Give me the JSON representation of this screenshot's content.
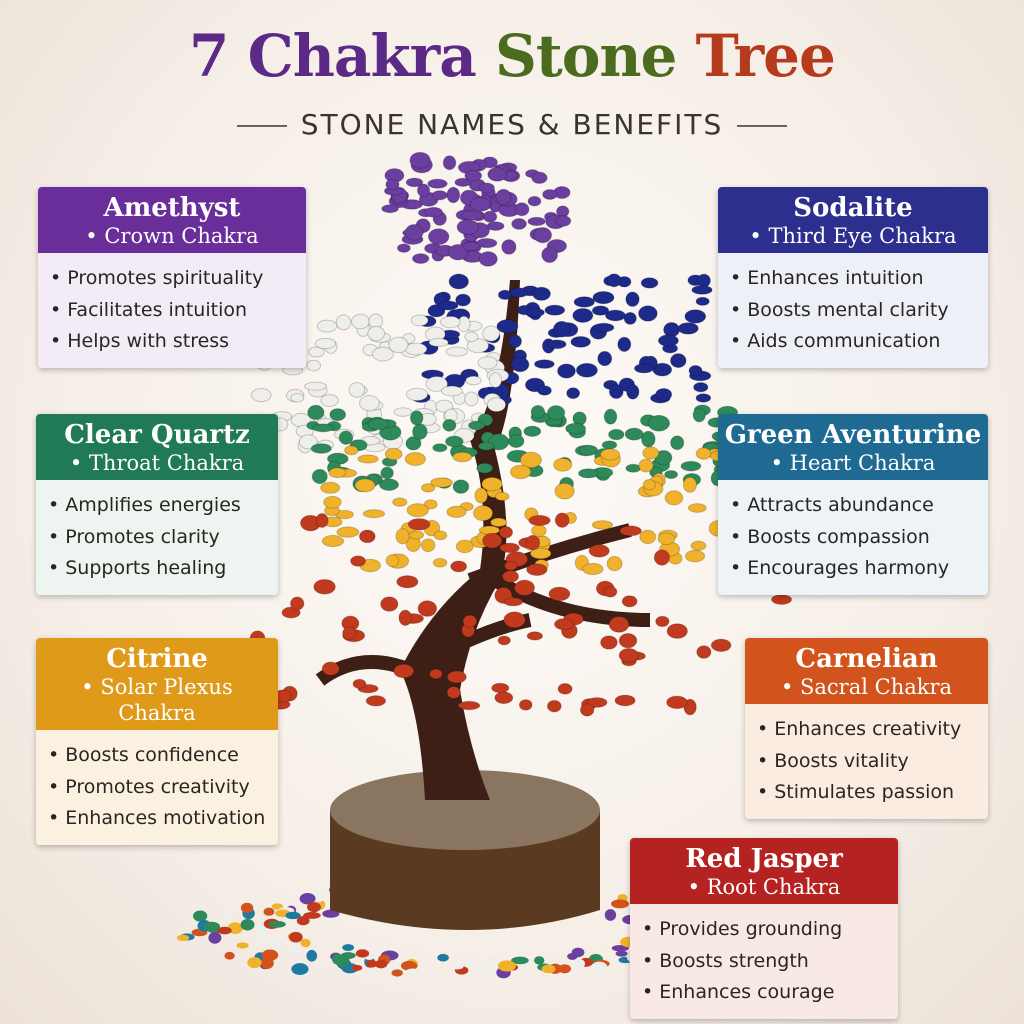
{
  "title": {
    "part1": "7 Chakra",
    "part2": "Stone",
    "part3": "Tree"
  },
  "subtitle": "STONE NAMES & BENEFITS",
  "cards": [
    {
      "stone": "Amethyst",
      "chakra": "• Crown Chakra",
      "benefits": [
        "• Promotes spirituality",
        "• Facilitates intuition",
        "• Helps with stress"
      ],
      "header_color": "#6a2e9a",
      "body_color": "#f3ecf6"
    },
    {
      "stone": "Sodalite",
      "chakra": "• Third Eye Chakra",
      "benefits": [
        "• Enhances intuition",
        "• Boosts mental clarity",
        "• Aids communication"
      ],
      "header_color": "#2c2f8e",
      "body_color": "#eef0f8"
    },
    {
      "stone": "Clear Quartz",
      "chakra": "• Throat Chakra",
      "benefits": [
        "• Amplifies energies",
        "• Promotes clarity",
        "• Supports healing"
      ],
      "header_color": "#1f7a55",
      "body_color": "#eef5f0"
    },
    {
      "stone": "Green Aventurine",
      "chakra": "• Heart Chakra",
      "benefits": [
        "• Attracts abundance",
        "• Boosts compassion",
        "• Encourages harmony"
      ],
      "header_color": "#1f6a93",
      "body_color": "#edf3f7"
    },
    {
      "stone": "Citrine",
      "chakra": "• Solar Plexus Chakra",
      "benefits": [
        "• Boosts confidence",
        "• Promotes creativity",
        "• Enhances motivation"
      ],
      "header_color": "#e09a1a",
      "body_color": "#fbf1e0"
    },
    {
      "stone": "Carnelian",
      "chakra": "• Sacral Chakra",
      "benefits": [
        "• Enhances creativity",
        "• Boosts vitality",
        "• Stimulates passion"
      ],
      "header_color": "#d2541c",
      "body_color": "#fbece2"
    },
    {
      "stone": "Red Jasper",
      "chakra": "• Root Chakra",
      "benefits": [
        "• Provides grounding",
        "• Boosts strength",
        "• Enhances courage"
      ],
      "header_color": "#b52222",
      "body_color": "#f8e9e4"
    }
  ]
}
